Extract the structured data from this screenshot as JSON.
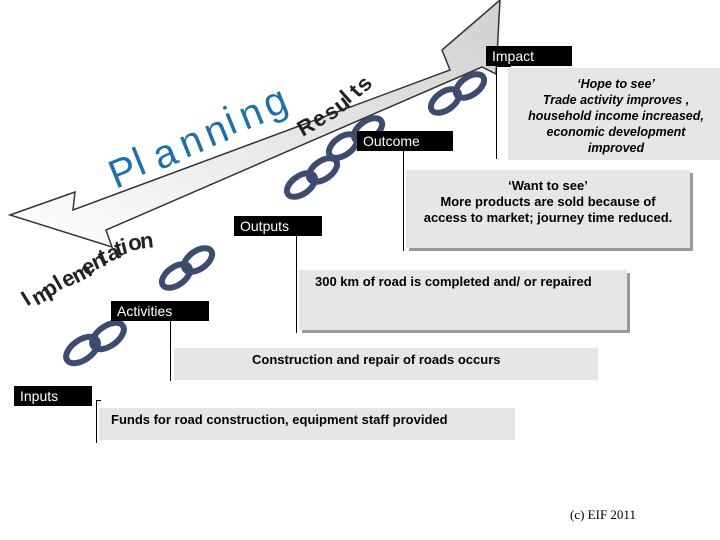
{
  "arrow_labels": {
    "planning": "Planning",
    "results": "Results",
    "implementation": "Implementation"
  },
  "stages": {
    "impact": "Impact",
    "outcome": "Outcome",
    "outputs": "Outputs",
    "activities": "Activities",
    "inputs": "Inputs"
  },
  "descriptions": {
    "impact": "‘Hope to see’\nTrade activity improves ,\nhousehold income increased,\neconomic development\nimproved",
    "outcome": "‘Want to see’\nMore products  are sold because of\naccess to market; journey time reduced.",
    "outputs": "300 km of road is completed and/ or repaired",
    "activities": "Construction and repair of roads occurs",
    "inputs": "Funds for road construction, equipment staff provided"
  },
  "copyright": "(c) EIF 2011",
  "colors": {
    "planning": "#1f6fa8",
    "label_bg": "#000000",
    "box_bg": "#e6e6e6"
  }
}
